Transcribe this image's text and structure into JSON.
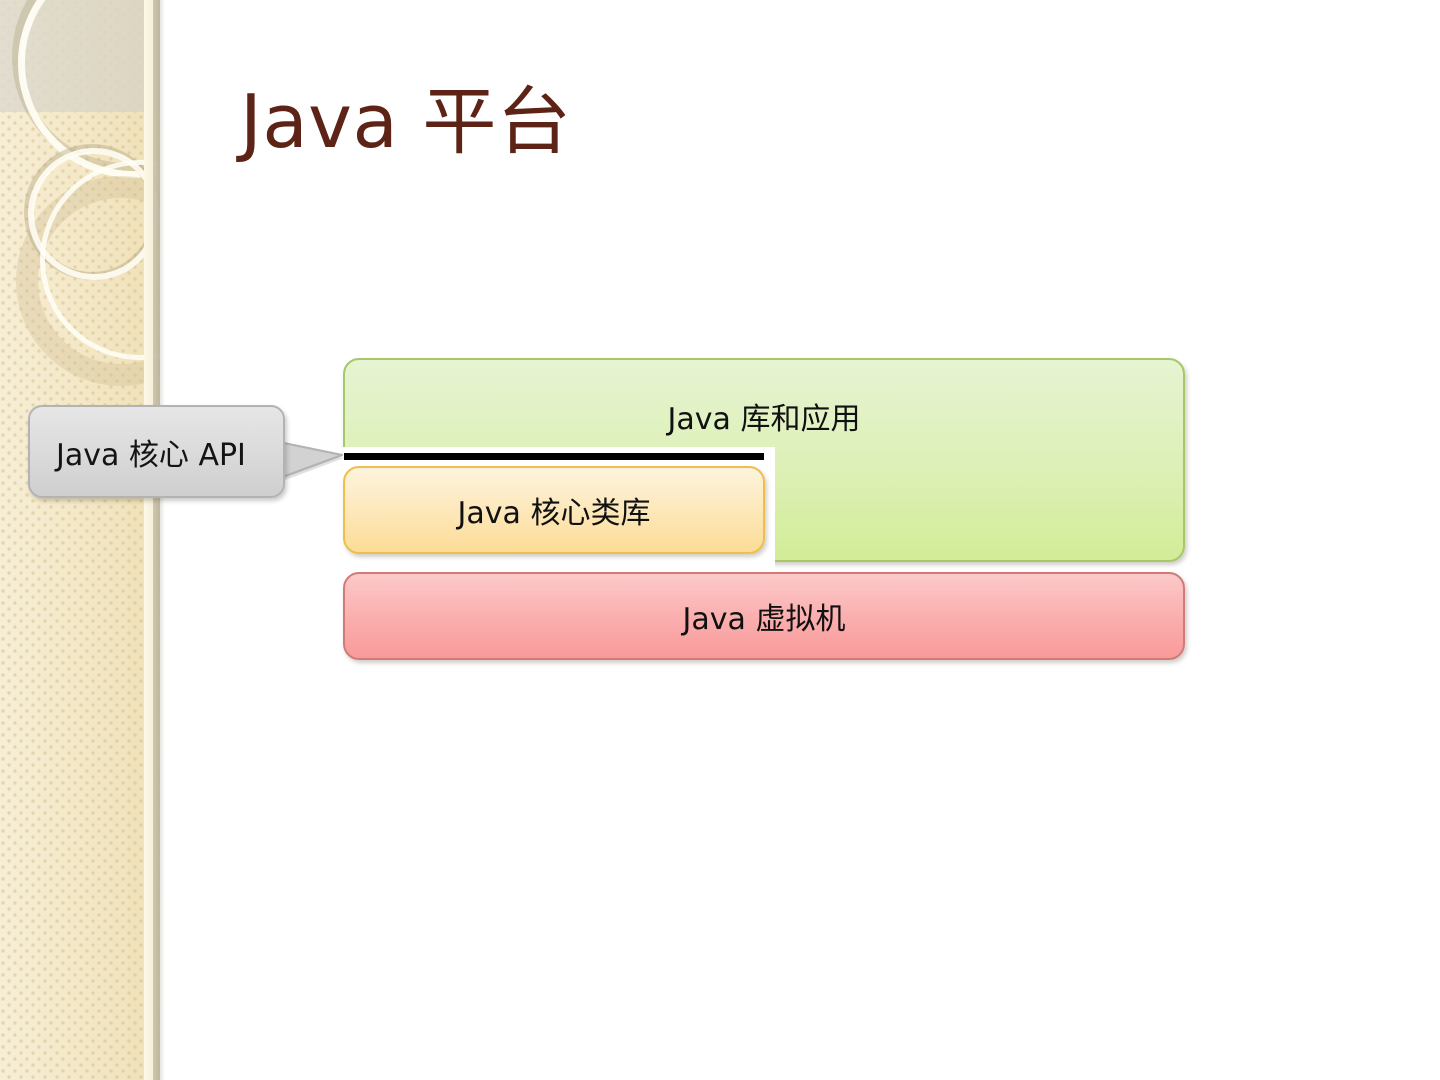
{
  "slide": {
    "title": "Java 平台",
    "title_color": "#5c2316",
    "background_color": "#ffffff"
  },
  "sidebar": {
    "name": "decorative-sidebar",
    "base_color": "#f4e8c8",
    "accent_color": "#cdc5b0",
    "ring_highlight_color": "#fffdf4"
  },
  "diagram": {
    "type": "layered-stack",
    "boxes": [
      {
        "id": "libraries-and-applications",
        "label": "Java 库和应用",
        "fill_top": "#e6f4d2",
        "fill_bottom": "#d2ec97",
        "border": "#a6c76a"
      },
      {
        "id": "core-class-library",
        "label": "Java 核心类库",
        "fill_top": "#fdf3dc",
        "fill_bottom": "#fcdc97",
        "border": "#edbf4c"
      },
      {
        "id": "java-virtual-machine",
        "label": "Java 虚拟机",
        "fill_top": "#fbc9c9",
        "fill_bottom": "#f99a9a",
        "border": "#d27a7a"
      }
    ],
    "divider_line_color": "#000000"
  },
  "callout": {
    "label": "Java 核心 API",
    "fill_top": "#e6e6e6",
    "fill_bottom": "#cfcfcf",
    "border": "#b3b3b3",
    "points_to": "core-class-library"
  }
}
